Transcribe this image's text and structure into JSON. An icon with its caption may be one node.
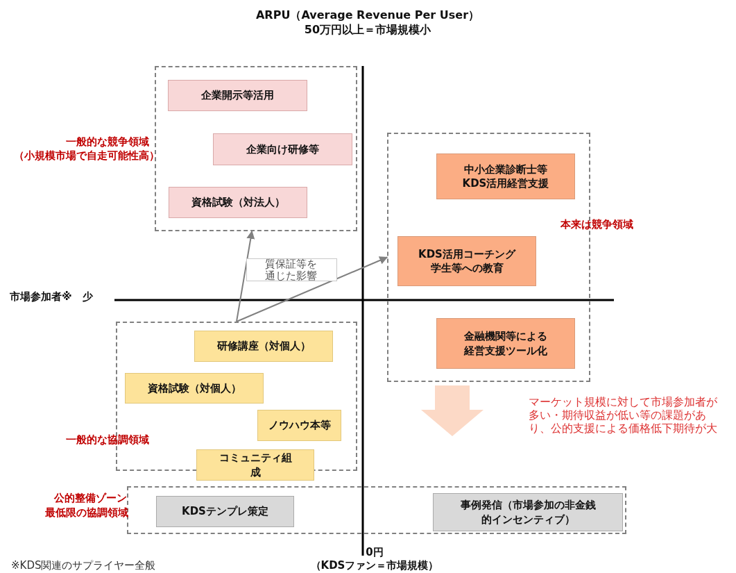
{
  "diagram": {
    "nodes": [
      {
        "text": [],
        "shape": "box"
      },
      {
        "text": [
          "企業開示等活用"
        ],
        "in": 0
      },
      {
        "text": [
          "企業向け研修等"
        ],
        "in": 0
      },
      {
        "text": [
          "資格試験（対法人）"
        ],
        "in": 0
      },
      {
        "text": [],
        "shape": "box"
      },
      {
        "text": [
          "中小企業診断士等KDS活用経営支援"
        ],
        "in": 4
      },
      {
        "text": [
          "KDS活用コーチング学生等への教育"
        ],
        "in": 4
      },
      {
        "text": [
          "金融機関等による経営支援ツール化"
        ],
        "in": 4
      },
      {
        "text": [],
        "shape": "box"
      },
      {
        "text": [
          "研修講座（対個人）"
        ],
        "in": 8
      },
      {
        "text": [
          "資格試験（対個人）"
        ],
        "in": 8
      },
      {
        "text": [
          "ノウハウ本等"
        ],
        "in": 8
      },
      {
        "text": [
          "コミュニティ組成"
        ]
      },
      {
        "text": [],
        "shape": "box"
      },
      {
        "text": [
          "KDSテンプレ策定"
        ],
        "in": 13
      },
      {
        "text": [
          "事例発信（市場参加の非金銭的インセンティブ）"
        ],
        "in": 13
      },
      {
        "text": [
          "質保証等を通じた影響"
        ]
      }
    ],
    "edges": [
      {
        "from": 8,
        "to": 0,
        "arrow": "to"
      },
      {
        "from": 8,
        "to": 4,
        "arrow": "to"
      }
    ],
    "labels": [
      "ARPU（Average Revenue Per User）",
      "50万円以上＝市場規模小",
      "一般的な競争領域",
      "（小規模市場で自走可能性高）",
      "本来は競争領域",
      "市場参加者※　少",
      "マーケット規模に対して市場参加者が多い・期待収益が低い等の課題があり、公的支援による価格低下期待が大",
      "一般的な協調領域",
      "公的整備ゾーン",
      "最低限の協調領域",
      "0円",
      "（KDSファン＝市場規模）",
      "※KDS関連のサプライヤー全般"
    ]
  }
}
